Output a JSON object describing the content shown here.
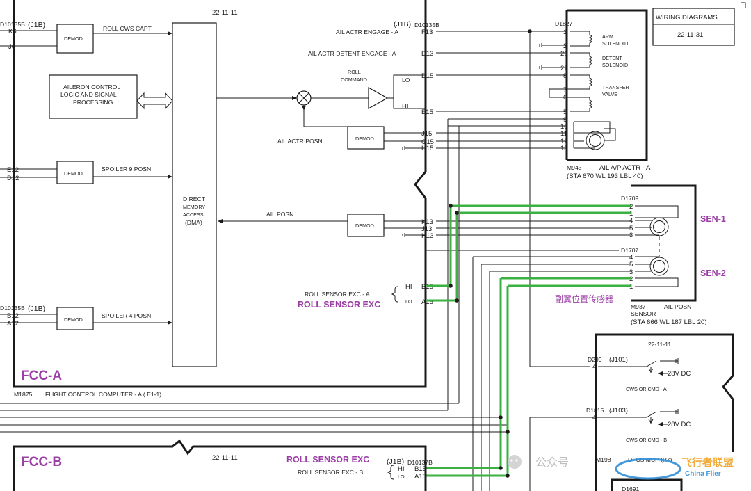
{
  "header": {
    "top_ref": "22-11-11",
    "wiring_title": "WIRING DIAGRAMS",
    "wiring_ref": "22-11-31"
  },
  "fcc_a": {
    "label": "FCC-A",
    "caption_id": "M1875",
    "caption": "FLIGHT CONTROL COMPUTER - A (  E1-1)",
    "left_conn_1": "D10135B",
    "left_j1b_1": "(J1B)",
    "left_conn_2": "D10135B",
    "left_j1b_2": "(J1B)",
    "right_j1b": "(J1B)",
    "right_conn": "D10135B",
    "pins_left": [
      "K6",
      "J6",
      "E12",
      "D12",
      "B12",
      "A12"
    ],
    "demod": "DEMOD",
    "roll_cws_capt": "ROLL CWS CAPT",
    "aileron_logic": [
      "AILERON CONTROL",
      "LOGIC AND SIGNAL",
      "PROCESSING"
    ],
    "spoiler9": "SPOILER 9 POSN",
    "spoiler4": "SPOILER 4 POSN",
    "dma": [
      "DIRECT",
      "MEMORY",
      "ACCESS",
      "(DMA)"
    ],
    "ail_actr_engage": "AIL ACTR ENGAGE - A",
    "ail_actr_detent": "AIL ACTR DETENT ENGAGE - A",
    "roll_command": [
      "ROLL",
      "COMMAND"
    ],
    "lo": "LO",
    "hi": "HI",
    "ail_actr_posn": "AIL ACTR POSN",
    "ail_posn": "AIL POSN",
    "roll_sensor_exc": "ROLL SENSOR EXC - A",
    "roll_sensor_exc_big": "ROLL SENSOR EXC",
    "sensor_hi": "HI",
    "sensor_lo": "LO",
    "pins_right": [
      "F13",
      "D13",
      "D15",
      "E15",
      "J15",
      "G15",
      "H15",
      "K13",
      "J13",
      "H13",
      "B15",
      "A15"
    ]
  },
  "actuator": {
    "conn": "D1827",
    "pins": [
      "1",
      "2",
      "21",
      "22",
      "8",
      "7",
      "6",
      "5",
      "9",
      "10",
      "11",
      "12",
      "13"
    ],
    "arm": [
      "ARM",
      "SOLENOID"
    ],
    "detent": [
      "DETENT",
      "SOLENOID"
    ],
    "transfer": [
      "TRANSFER",
      "VALVE"
    ],
    "id": "M943",
    "name": "AIL A/P ACTR - A",
    "sta": "(STA 670 WL 193 LBL 40)"
  },
  "sensor": {
    "conn1": "D1709",
    "pins1": [
      "2",
      "1",
      "4",
      "5",
      "3"
    ],
    "conn2": "D1707",
    "pins2": [
      "4",
      "5",
      "3",
      "2",
      "1"
    ],
    "sen1": "SEN-1",
    "sen2": "SEN-2",
    "cn_label": "副翼位置传感器",
    "id": "M937",
    "id2": "SENSOR",
    "name": "AIL POSN",
    "sta": "(STA 666 WL 187 LBL 20)"
  },
  "cws": {
    "ref": "22-11-11",
    "conn1": "D299",
    "j1": "(J101)",
    "pin1": "4",
    "v1": "28V DC",
    "label1": "CWS OR CMD - A",
    "conn2": "D1815",
    "j2": "(J103)",
    "pin2": "4",
    "v2": "28V DC",
    "label2": "CWS OR CMD - B",
    "m": "M198",
    "dfcs": "DFCS MCP (P7)"
  },
  "fcc_b": {
    "label": "FCC-B",
    "ref": "22-11-11",
    "roll_sensor_exc_big": "ROLL SENSOR EXC",
    "j1b": "(J1B)",
    "conn": "D10137B",
    "roll_sensor_exc": "ROLL SENSOR EXC - B",
    "hi": "HI",
    "lo": "LO",
    "pins": [
      "B15",
      "A15"
    ],
    "bottom_conn": "D1691"
  },
  "watermark": {
    "wechat": "公众号",
    "site": "飞行者联盟",
    "site_en": "China Flier"
  }
}
